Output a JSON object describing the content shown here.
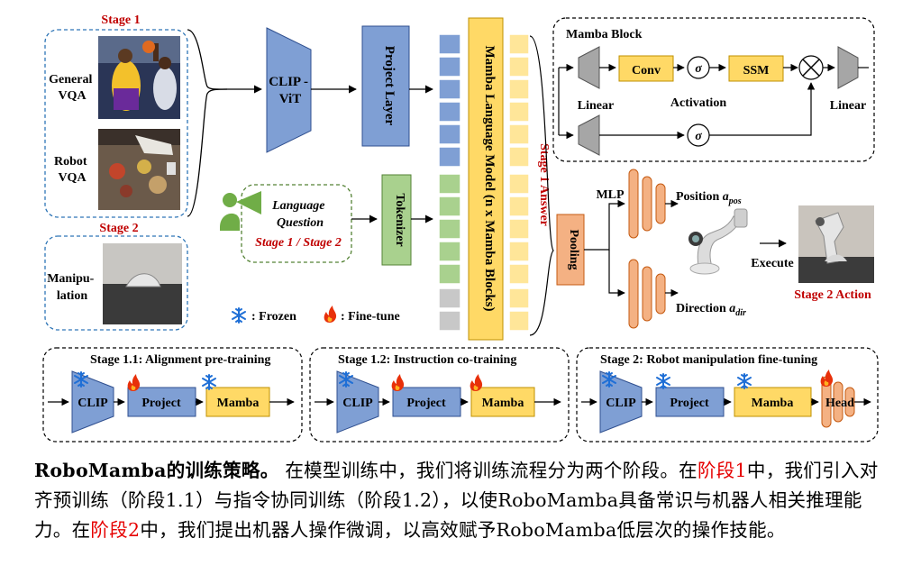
{
  "diagram": {
    "stage1_label": "Stage 1",
    "stage2_label": "Stage 2",
    "general_vqa": [
      "General",
      "VQA"
    ],
    "robot_vqa": [
      "Robot",
      "VQA"
    ],
    "manipulation": [
      "Manipu-",
      "lation"
    ],
    "clip_vit": [
      "CLIP -",
      "ViT"
    ],
    "project_layer": "Project Layer",
    "tokenizer": "Tokenizer",
    "mamba_lm": "Mamba Language Model (n x Mamba Blocks)",
    "stage1_answer": "Stage 1 Answer",
    "language_question": [
      "Language",
      "Question"
    ],
    "stage_1_2": "Stage 1 / Stage 2",
    "frozen_legend": ": Frozen",
    "finetune_legend": ": Fine-tune",
    "mamba_block": {
      "title": "Mamba Block",
      "conv": "Conv",
      "ssm": "SSM",
      "sigma": "σ",
      "activation": "Activation",
      "linear_left": "Linear",
      "linear_right": "Linear"
    },
    "mlp": "MLP",
    "pooling": "Pooling",
    "position_label": "Position",
    "position_sub": "pos",
    "direction_label": "Direction",
    "direction_sub": "dir",
    "a_symbol": "a",
    "execute": "Execute",
    "stage2_action": "Stage 2 Action",
    "bottom_stages": [
      {
        "title": "Stage 1.1: Alignment pre-training",
        "clip": "CLIP",
        "project": "Project",
        "mamba": "Mamba"
      },
      {
        "title": "Stage 1.2: Instruction co-training",
        "clip": "CLIP",
        "project": "Project",
        "mamba": "Mamba"
      },
      {
        "title": "Stage 2: Robot manipulation fine-tuning",
        "clip": "CLIP",
        "project": "Project",
        "mamba": "Mamba",
        "head": "Head"
      }
    ]
  },
  "colors": {
    "blue": "#7f9fd4",
    "green": "#a9d18e",
    "yellow": "#ffd966",
    "orange": "#f4b183",
    "gray": "#bfbfbf",
    "red": "#c00000"
  },
  "caption": {
    "bold": "RoboMamba的训练策略。",
    "part1": "在模型训练中，我们将训练流程分为两个阶段。在",
    "red1": "阶段1",
    "part2": "中，我们引入对齐预训练（阶段1.1）与指令协同训练（阶段1.2），以使RoboMamba具备常识与机器人相关推理能力。在",
    "red2": "阶段2",
    "part3": "中，我们提出机器人操作微调，以高效赋予RoboMamba低层次的操作技能。"
  }
}
